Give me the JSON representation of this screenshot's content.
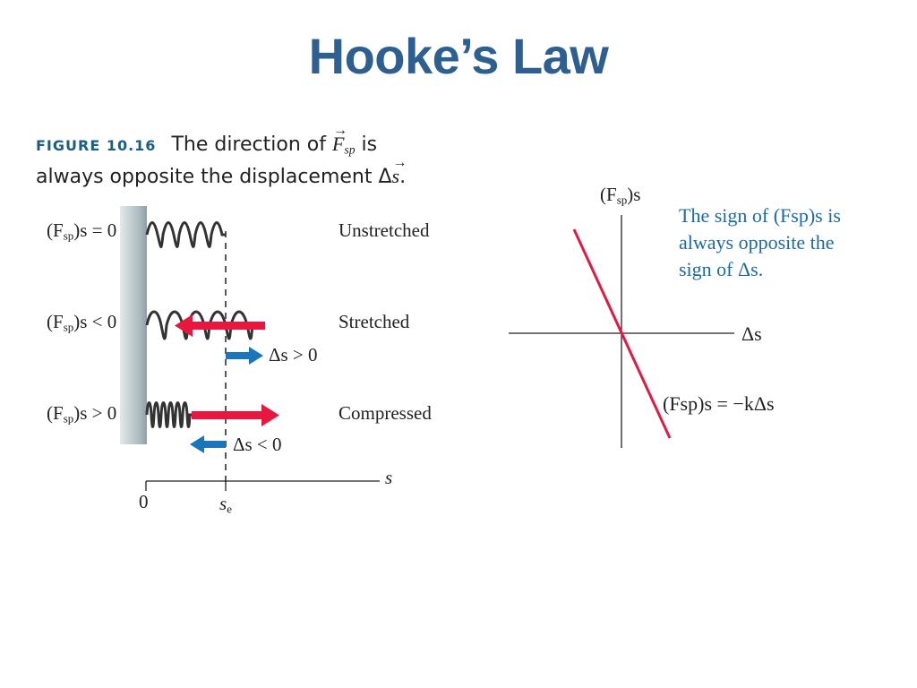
{
  "slide": {
    "title": "Hooke’s Law"
  },
  "figure": {
    "number": "FIGURE 10.16",
    "caption_line1_a": "The direction of",
    "caption_F": "F",
    "caption_sub": "sp",
    "caption_line1_b": "is",
    "caption_line2_a": "always opposite the displacement Δ",
    "caption_line2_s": "s",
    "caption_line2_end": ".",
    "rows": [
      {
        "condition_lhs": "(F",
        "condition_sub": "sp",
        "condition_rhs": ")s = 0",
        "state": "Unstretched"
      },
      {
        "condition_lhs": "(F",
        "condition_sub": "sp",
        "condition_rhs": ")s < 0",
        "state": "Stretched"
      },
      {
        "condition_lhs": "(F",
        "condition_sub": "sp",
        "condition_rhs": ")s > 0",
        "state": "Compressed"
      }
    ],
    "displacement_positive": "Δs > 0",
    "displacement_negative": "Δs < 0",
    "axis": {
      "label": "s",
      "origin": "0",
      "equilibrium": "s",
      "equilibrium_sub": "e"
    },
    "colors": {
      "force_arrow": "#e8173f",
      "displacement_arrow": "#1b75bb",
      "wall": "#a8b8bc",
      "title": "#2e5f91"
    }
  },
  "graph": {
    "y_label_a": "(F",
    "y_label_sub": "sp",
    "y_label_b": ")s",
    "x_label": "Δs",
    "line_label": "(Fsp)s = −kΔs",
    "note_line1": "The sign of (Fsp)s is",
    "note_line2": "always opposite the",
    "note_line3": "sign of Δs.",
    "colors": {
      "line": "#e8173f",
      "note": "#1b6aa8"
    }
  }
}
